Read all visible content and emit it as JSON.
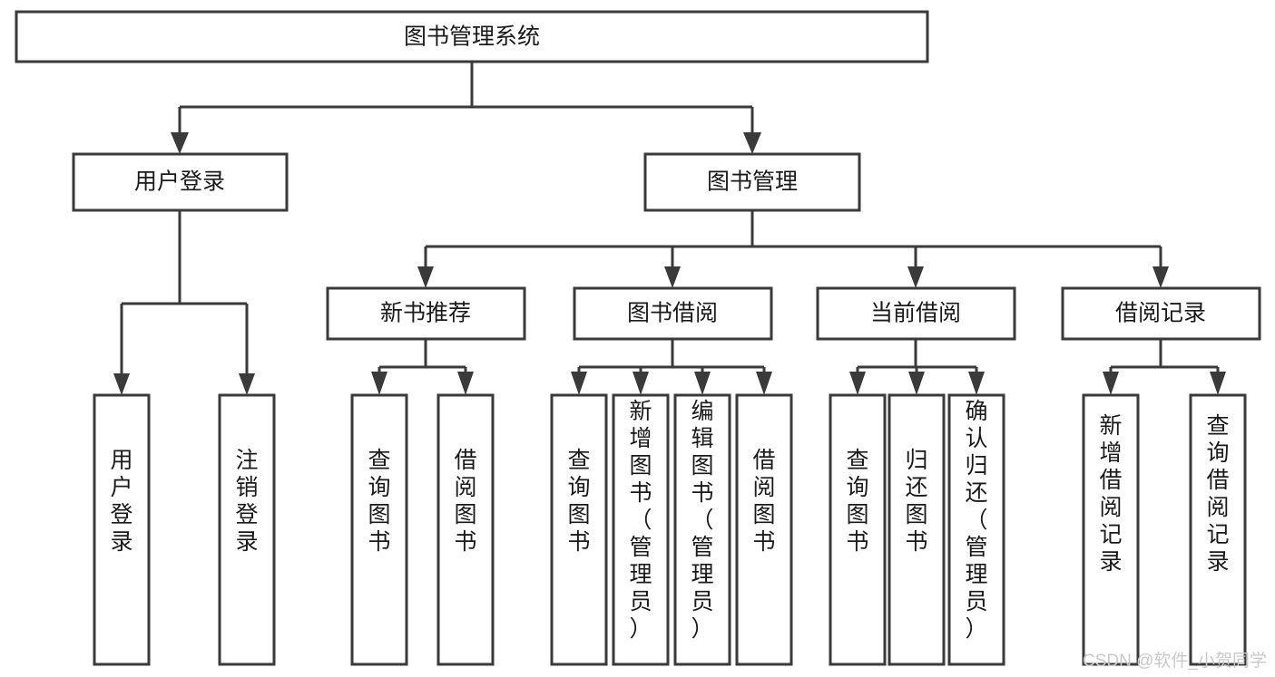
{
  "diagram": {
    "title": "图书管理系统",
    "type": "tree",
    "orientation": "top-down",
    "colors": {
      "box_fill": "#ffffff",
      "box_stroke": "#3a3a3a",
      "connector": "#3a3a3a",
      "text": "#1a1a1a",
      "watermark": "#c9c9c9",
      "background": "#ffffff"
    },
    "root": {
      "label": "图书管理系统",
      "orientation": "horizontal"
    },
    "level2": [
      {
        "label": "用户登录",
        "orientation": "horizontal"
      },
      {
        "label": "图书管理",
        "orientation": "horizontal"
      }
    ],
    "level3": [
      {
        "label": "新书推荐",
        "orientation": "horizontal"
      },
      {
        "label": "图书借阅",
        "orientation": "horizontal"
      },
      {
        "label": "当前借阅",
        "orientation": "horizontal"
      },
      {
        "label": "借阅记录",
        "orientation": "horizontal"
      }
    ],
    "groups": [
      {
        "parent": "用户登录",
        "leaves": [
          {
            "label": "用户登录",
            "orientation": "vertical"
          },
          {
            "label": "注销登录",
            "orientation": "vertical"
          }
        ]
      },
      {
        "parent": "新书推荐",
        "leaves": [
          {
            "label": "查询图书",
            "orientation": "vertical"
          },
          {
            "label": "借阅图书",
            "orientation": "vertical"
          }
        ]
      },
      {
        "parent": "图书借阅",
        "leaves": [
          {
            "label": "查询图书",
            "orientation": "vertical"
          },
          {
            "label": "新增图书（管理员）",
            "orientation": "vertical"
          },
          {
            "label": "编辑图书（管理员）",
            "orientation": "vertical"
          },
          {
            "label": "借阅图书",
            "orientation": "vertical"
          }
        ]
      },
      {
        "parent": "当前借阅",
        "leaves": [
          {
            "label": "查询图书",
            "orientation": "vertical"
          },
          {
            "label": "归还图书",
            "orientation": "vertical"
          },
          {
            "label": "确认归还（管理员）",
            "orientation": "vertical"
          }
        ]
      },
      {
        "parent": "借阅记录",
        "leaves": [
          {
            "label": "新增借阅记录",
            "orientation": "vertical"
          },
          {
            "label": "查询借阅记录",
            "orientation": "vertical"
          }
        ]
      }
    ],
    "watermark": "CSDN @软件_小贺同学"
  }
}
